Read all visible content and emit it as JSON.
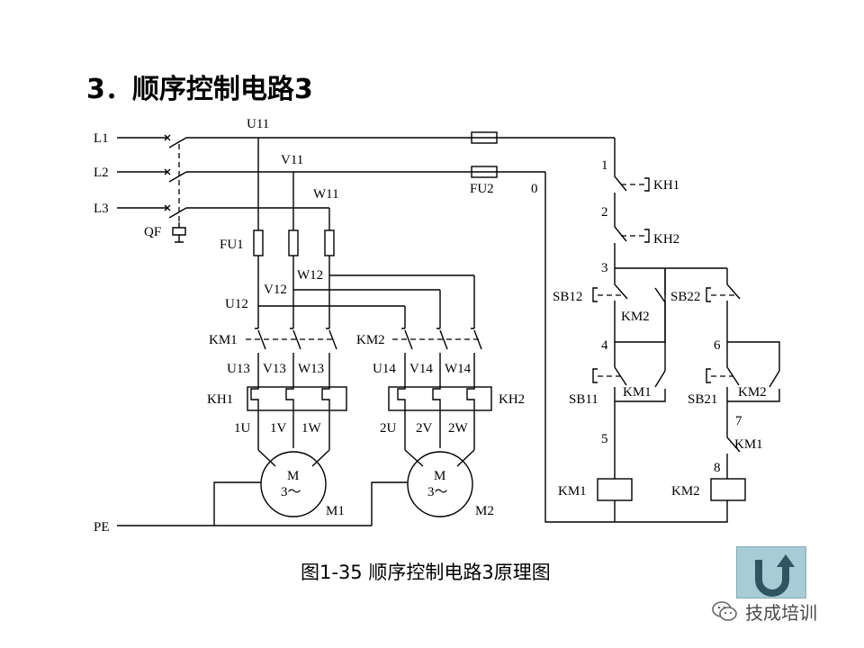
{
  "title": "3．顺序控制电路3",
  "caption": "图1-35  顺序控制电路3原理图",
  "watermark": {
    "text": "技成培训",
    "icon": "wechat-icon"
  },
  "nav": {
    "icon": "return-arrow-icon",
    "color": "#a8ccd6"
  },
  "diagram": {
    "lines": {
      "l1": "L1",
      "l2": "L2",
      "l3": "L3",
      "pe": "PE"
    },
    "breaker": "QF",
    "fuses": {
      "main": "FU1",
      "control": "FU2"
    },
    "nodes": {
      "u11": "U11",
      "v11": "V11",
      "w11": "W11",
      "u12": "U12",
      "v12": "V12",
      "w12": "W12",
      "u13": "U13",
      "v13": "V13",
      "w13": "W13",
      "u14": "U14",
      "v14": "V14",
      "w14": "W14",
      "n0": "0",
      "n1": "1",
      "n2": "2",
      "n3": "3",
      "n4": "4",
      "n5": "5",
      "n6": "6",
      "n7": "7",
      "n8": "8"
    },
    "contactors": {
      "km1_main": "KM1",
      "km2_main": "KM2"
    },
    "overloads": {
      "kh1": "KH1",
      "kh2": "KH2"
    },
    "motor_terminals": {
      "m1": [
        "1U",
        "1V",
        "1W"
      ],
      "m2": [
        "2U",
        "2V",
        "2W"
      ]
    },
    "motors": [
      {
        "name": "M1",
        "type_line1": "M",
        "type_line2": "3～"
      },
      {
        "name": "M2",
        "type_line1": "M",
        "type_line2": "3～"
      }
    ],
    "control": {
      "kh1_nc": "KH1",
      "kh2_nc": "KH2",
      "sb12": "SB12",
      "sb22": "SB22",
      "sb11": "SB11",
      "sb21": "SB21",
      "km2_interlock": "KM2",
      "km1_hold": "KM1",
      "km2_hold": "KM2",
      "km1_seq": "KM1",
      "km1_coil": "KM1",
      "km2_coil": "KM2"
    }
  }
}
